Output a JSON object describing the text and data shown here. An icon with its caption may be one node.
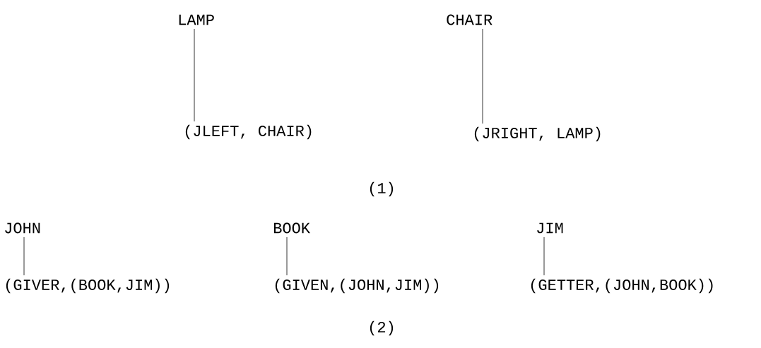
{
  "diagram": {
    "nodes": [
      {
        "text": [
          "LAMP"
        ]
      },
      {
        "text": [
          "(JLEFT, CHAIR)"
        ]
      },
      {
        "text": [
          "CHAIR"
        ]
      },
      {
        "text": [
          "(JRIGHT, LAMP)"
        ]
      },
      {
        "text": [
          "JOHN"
        ]
      },
      {
        "text": [
          "(GIVER,(BOOK,JIM))"
        ]
      },
      {
        "text": [
          "BOOK"
        ]
      },
      {
        "text": [
          "(GIVEN,(JOHN,JIM))"
        ]
      },
      {
        "text": [
          "JIM"
        ]
      },
      {
        "text": [
          "(GETTER,(JOHN,BOOK))"
        ]
      }
    ],
    "edges": [
      {
        "from": 0,
        "to": 1,
        "arrow": "none"
      },
      {
        "from": 2,
        "to": 3,
        "arrow": "none"
      },
      {
        "from": 4,
        "to": 5,
        "arrow": "none"
      },
      {
        "from": 6,
        "to": 7,
        "arrow": "none"
      },
      {
        "from": 8,
        "to": 9,
        "arrow": "none"
      }
    ],
    "labels": [
      "(1)",
      "(2)"
    ]
  }
}
